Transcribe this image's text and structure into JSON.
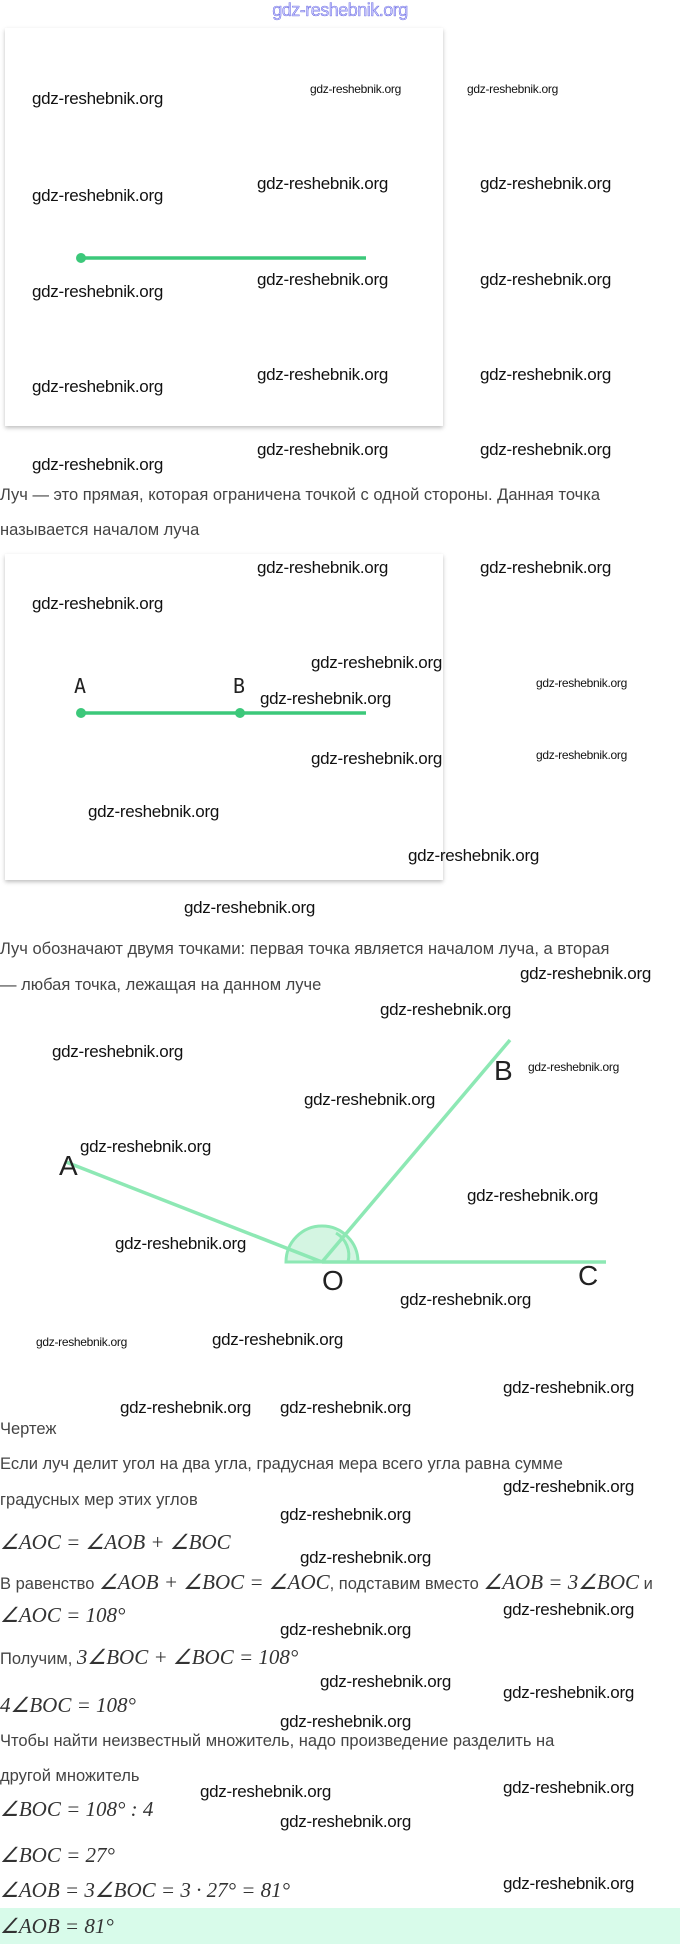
{
  "watermark": "gdz-reshebnik.org",
  "top_logo": "gdz-reshebnik.org",
  "figure1": {
    "line_color": "#3cc87a"
  },
  "definition": {
    "line1": "Луч — это прямая, которая ограничена точкой с одной стороны. Данная точка",
    "line2": "называется началом луча"
  },
  "figure2": {
    "point_a": "A",
    "point_b": "B",
    "line_color": "#3cc87a"
  },
  "notation": {
    "line1": "Луч обозначают двумя точками: первая точка является началом луча, а вторая",
    "line2": "— любая точка, лежащая на данном луче"
  },
  "figure3": {
    "label_a": "A",
    "label_b": "B",
    "label_o": "O",
    "label_c": "C",
    "ray_color": "#8de8b4"
  },
  "solution": {
    "drawing_label": "Чертеж",
    "rule_line1": "Если луч делит угол на два угла, градусная мера всего угла равна сумме",
    "rule_line2": "градусных мер этих углов",
    "eq1": "∠AOC = ∠AOB + ∠BOC",
    "subst_prefix": "В равенство ",
    "subst_eq1": "∠AOB + ∠BOC = ∠AOC",
    "subst_mid": ", подставим вместо ",
    "subst_eq2": "∠AOB = 3∠BOC",
    "subst_suffix": " и",
    "eq2": "∠AOC = 108°",
    "get_prefix": "Получим, ",
    "eq3": "3∠BOC + ∠BOC = 108°",
    "eq4": "4∠BOC = 108°",
    "rule2_line1": "Чтобы найти неизвестный множитель, надо произведение разделить на",
    "rule2_line2": "другой множитель",
    "eq5": "∠BOC = 108° : 4",
    "eq6": "∠BOC = 27°",
    "eq7": "∠AOB = 3∠BOC = 3 · 27° = 81°",
    "answer": "∠AOB = 81°"
  }
}
